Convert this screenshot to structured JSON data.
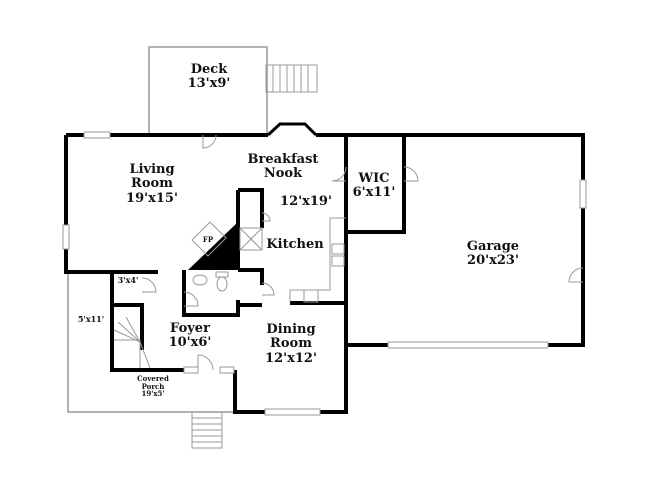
{
  "floorplan": {
    "colors": {
      "wall": "#000000",
      "thin": "#999999",
      "background": "#ffffff"
    },
    "rooms": [
      {
        "id": "deck",
        "name": "Deck",
        "dims": "13'x9'"
      },
      {
        "id": "living",
        "name": "Living Room",
        "name_l1": "Living",
        "name_l2": "Room",
        "dims": "19'x15'"
      },
      {
        "id": "breakfast",
        "name_l1": "Breakfast",
        "name_l2": "Nook",
        "dims": "12'x19'"
      },
      {
        "id": "kitchen",
        "name": "Kitchen"
      },
      {
        "id": "wic",
        "name": "WIC",
        "dims": "6'x11'"
      },
      {
        "id": "garage",
        "name": "Garage",
        "dims": "20'x23'"
      },
      {
        "id": "closet",
        "dims": "3'x4'"
      },
      {
        "id": "side",
        "dims": "5'x11'"
      },
      {
        "id": "foyer",
        "name": "Foyer",
        "dims": "10'x6'"
      },
      {
        "id": "dining",
        "name_l1": "Dining",
        "name_l2": "Room",
        "dims": "12'x12'"
      },
      {
        "id": "porch",
        "name_l1": "Covered",
        "name_l2": "Porch",
        "dims": "19'x5'"
      }
    ],
    "fireplace_label": "FP"
  }
}
